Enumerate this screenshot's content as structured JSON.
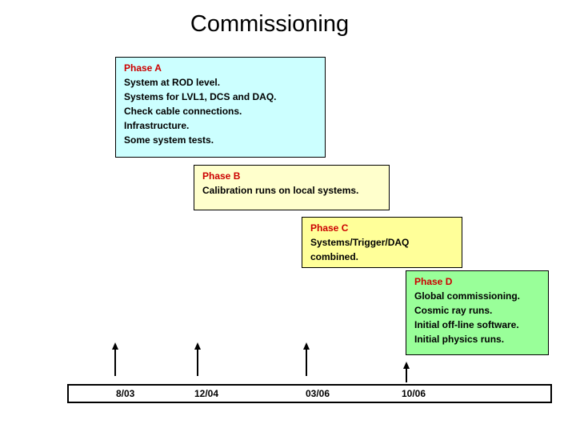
{
  "slide": {
    "title": "Commissioning",
    "phases": [
      {
        "label": "Phase A",
        "lines": [
          "System at ROD level.",
          "Systems for LVL1, DCS and DAQ.",
          "Check cable connections.",
          "Infrastructure.",
          "Some system tests."
        ],
        "bg_color": "#CCFFFF"
      },
      {
        "label": "Phase B",
        "lines": [
          "Calibration runs on local systems."
        ],
        "bg_color": "#FFFFCC"
      },
      {
        "label": "Phase C",
        "lines": [
          "Systems/Trigger/DAQ",
          "combined."
        ],
        "bg_color": "#FFFF99"
      },
      {
        "label": "Phase D",
        "lines": [
          "Global commissioning.",
          "Cosmic ray runs.",
          "Initial off-line software.",
          "Initial physics runs."
        ],
        "bg_color": "#99FF99"
      }
    ],
    "timeline": {
      "dates": [
        "8/03",
        "12/04",
        "03/06",
        "10/06"
      ]
    },
    "colors": {
      "phase_label": "#CC0000",
      "text": "#000000",
      "border": "#000000",
      "background": "#FFFFFF"
    }
  }
}
